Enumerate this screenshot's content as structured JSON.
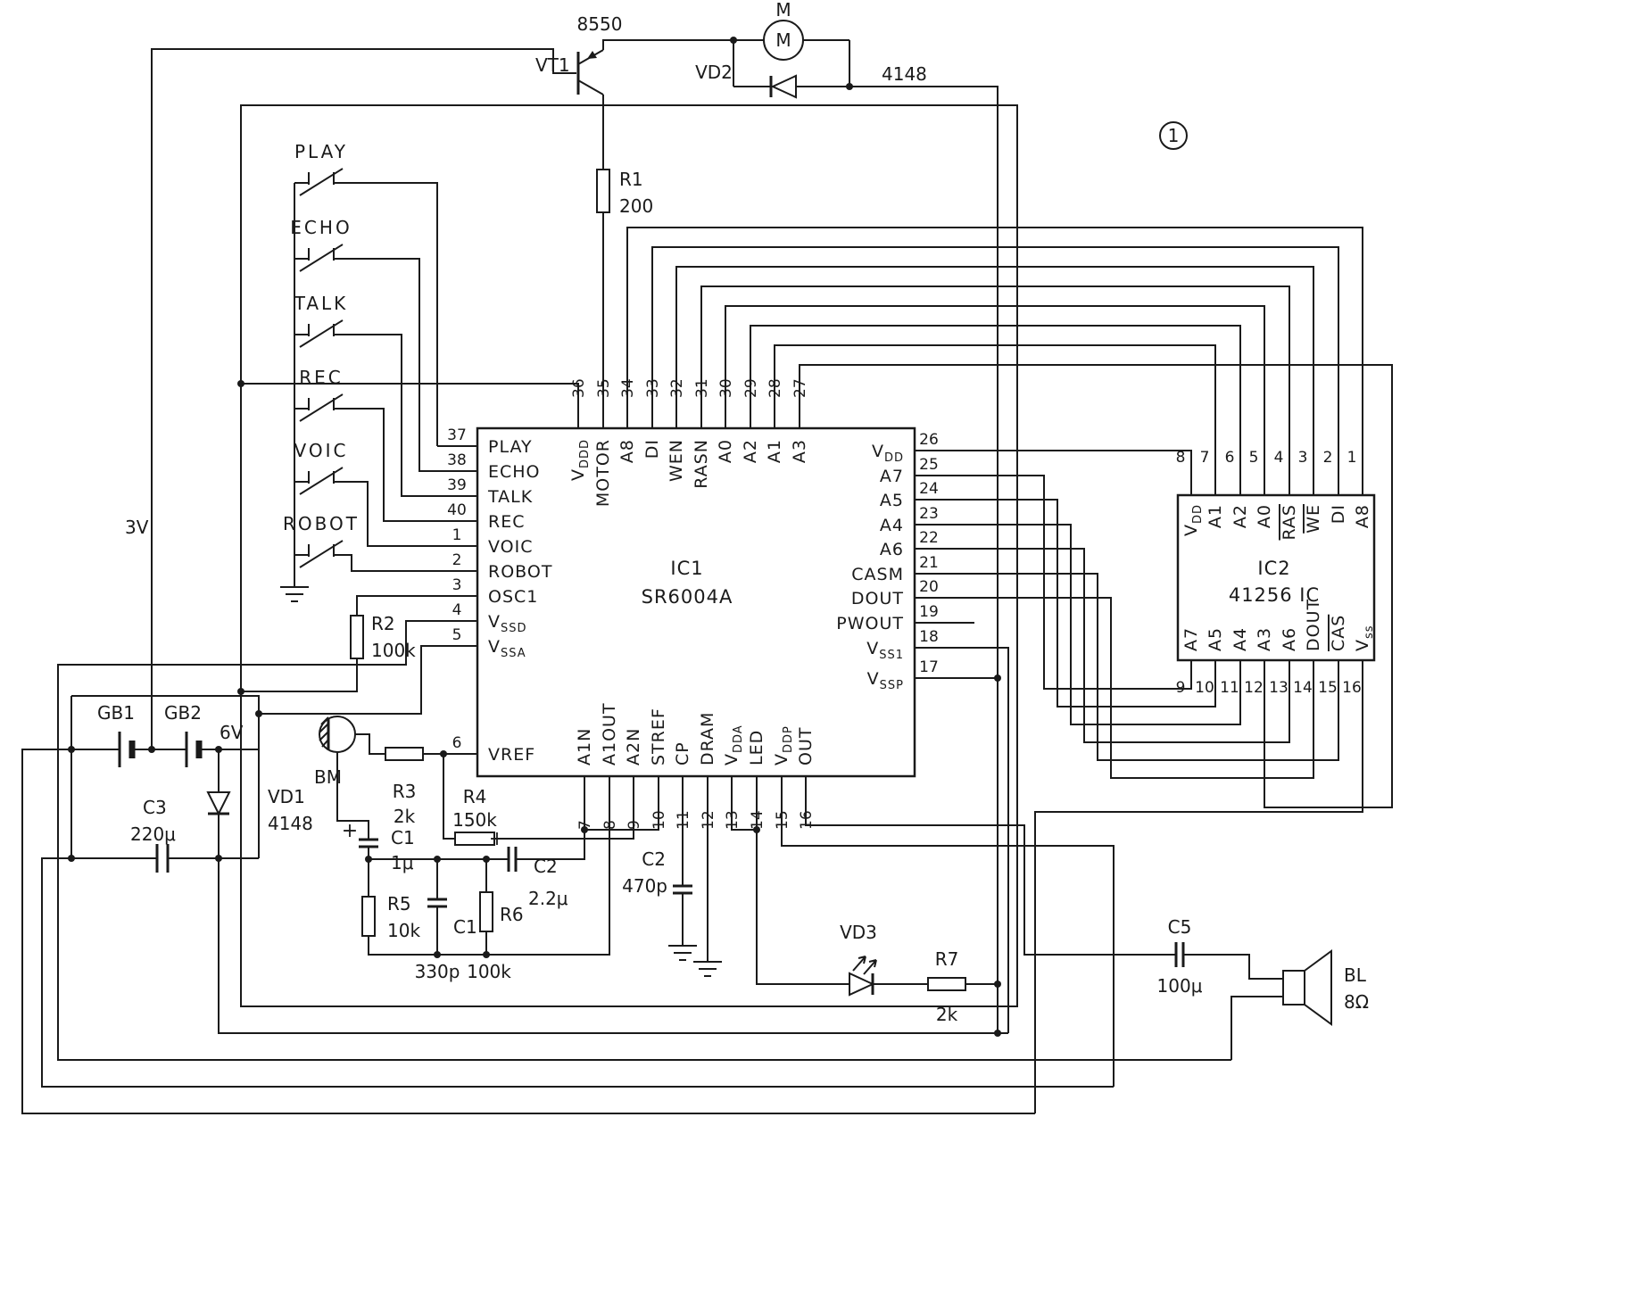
{
  "page": {
    "marker": "1"
  },
  "power": {
    "rail_label": "3V",
    "battery_label": "6V"
  },
  "switches": {
    "items": [
      {
        "label": "PLAY"
      },
      {
        "label": "ECHO"
      },
      {
        "label": "TALK"
      },
      {
        "label": "REC"
      },
      {
        "label": "VOIC"
      },
      {
        "label": "ROBOT"
      }
    ]
  },
  "ic1": {
    "ref": "IC1",
    "part": "SR6004A",
    "left_pins": [
      {
        "num": "37",
        "label": "PLAY"
      },
      {
        "num": "38",
        "label": "ECHO"
      },
      {
        "num": "39",
        "label": "TALK"
      },
      {
        "num": "40",
        "label": "REC"
      },
      {
        "num": "1",
        "label": "VOIC"
      },
      {
        "num": "2",
        "label": "ROBOT"
      },
      {
        "num": "3",
        "label": "OSC1"
      },
      {
        "num": "4",
        "label": "V_SSD"
      },
      {
        "num": "5",
        "label": "V_SSA"
      },
      {
        "num": "6",
        "label": "VREF"
      }
    ],
    "top_pins": [
      {
        "num": "36",
        "label": "V_DDD"
      },
      {
        "num": "35",
        "label": "MOTOR"
      },
      {
        "num": "34",
        "label": "A8"
      },
      {
        "num": "33",
        "label": "DI"
      },
      {
        "num": "32",
        "label": "WEN"
      },
      {
        "num": "31",
        "label": "RASN"
      },
      {
        "num": "30",
        "label": "A0"
      },
      {
        "num": "29",
        "label": "A2"
      },
      {
        "num": "28",
        "label": "A1"
      },
      {
        "num": "27",
        "label": "A3"
      }
    ],
    "right_pins": [
      {
        "num": "26",
        "label": "V_DD"
      },
      {
        "num": "25",
        "label": "A7"
      },
      {
        "num": "24",
        "label": "A5"
      },
      {
        "num": "23",
        "label": "A4"
      },
      {
        "num": "22",
        "label": "A6"
      },
      {
        "num": "21",
        "label": "CASM"
      },
      {
        "num": "20",
        "label": "DOUT"
      },
      {
        "num": "19",
        "label": "PWOUT"
      },
      {
        "num": "18",
        "label": "V_SS1"
      },
      {
        "num": "17",
        "label": "V_SSP"
      }
    ],
    "bottom_pins": [
      {
        "num": "7",
        "label": "A1N"
      },
      {
        "num": "8",
        "label": "A1OUT"
      },
      {
        "num": "9",
        "label": "A2N"
      },
      {
        "num": "10",
        "label": "STREF"
      },
      {
        "num": "11",
        "label": "CP"
      },
      {
        "num": "12",
        "label": "DRAM"
      },
      {
        "num": "13",
        "label": "V_DDA"
      },
      {
        "num": "14",
        "label": "LED"
      },
      {
        "num": "15",
        "label": "V_DDP"
      },
      {
        "num": "16",
        "label": "OUT"
      }
    ]
  },
  "ic2": {
    "ref": "IC2",
    "part": "41256 IC",
    "top_pins": [
      {
        "num": "8",
        "label": "V_DD"
      },
      {
        "num": "7",
        "label": "A1"
      },
      {
        "num": "6",
        "label": "A2"
      },
      {
        "num": "5",
        "label": "A0"
      },
      {
        "num": "4",
        "label": "~RAS"
      },
      {
        "num": "3",
        "label": "~WE"
      },
      {
        "num": "2",
        "label": "DI"
      },
      {
        "num": "1",
        "label": "A8"
      }
    ],
    "bottom_pins": [
      {
        "num": "9",
        "label": "A7"
      },
      {
        "num": "10",
        "label": "A5"
      },
      {
        "num": "11",
        "label": "A4"
      },
      {
        "num": "12",
        "label": "A3"
      },
      {
        "num": "13",
        "label": "A6"
      },
      {
        "num": "14",
        "label": "DOUT"
      },
      {
        "num": "15",
        "label": "~CAS"
      },
      {
        "num": "16",
        "label": "V_ss"
      }
    ]
  },
  "components": {
    "vt1": {
      "ref": "VT1",
      "value": "8550"
    },
    "motor": {
      "designation": "M",
      "label": "M"
    },
    "vd2": {
      "ref": "VD2",
      "value": "4148"
    },
    "r1": {
      "ref": "R1",
      "value": "200"
    },
    "r2": {
      "ref": "R2",
      "value": "100k"
    },
    "gb1": {
      "ref": "GB1"
    },
    "gb2": {
      "ref": "GB2"
    },
    "c3": {
      "ref": "C3",
      "value": "220μ"
    },
    "vd1": {
      "ref": "VD1",
      "value": "4148"
    },
    "bm": {
      "ref": "BM"
    },
    "r3": {
      "ref": "R3",
      "value": "2k"
    },
    "r4": {
      "ref": "R4",
      "value": "150k"
    },
    "c1a": {
      "ref": "C1",
      "value": "1μ",
      "polarity": "+"
    },
    "r5": {
      "ref": "R5",
      "value": "10k"
    },
    "c1b": {
      "ref": "C1",
      "value": "330p"
    },
    "r6": {
      "ref": "R6",
      "value": "100k"
    },
    "c2a": {
      "ref": "C2",
      "value": "2.2μ",
      "polarity": "+"
    },
    "c2b": {
      "ref": "C2",
      "value": "470p"
    },
    "vd3": {
      "ref": "VD3"
    },
    "r7": {
      "ref": "R7",
      "value": "2k"
    },
    "c5": {
      "ref": "C5",
      "value": "100μ"
    },
    "bl": {
      "ref": "BL",
      "value": "8Ω"
    }
  }
}
